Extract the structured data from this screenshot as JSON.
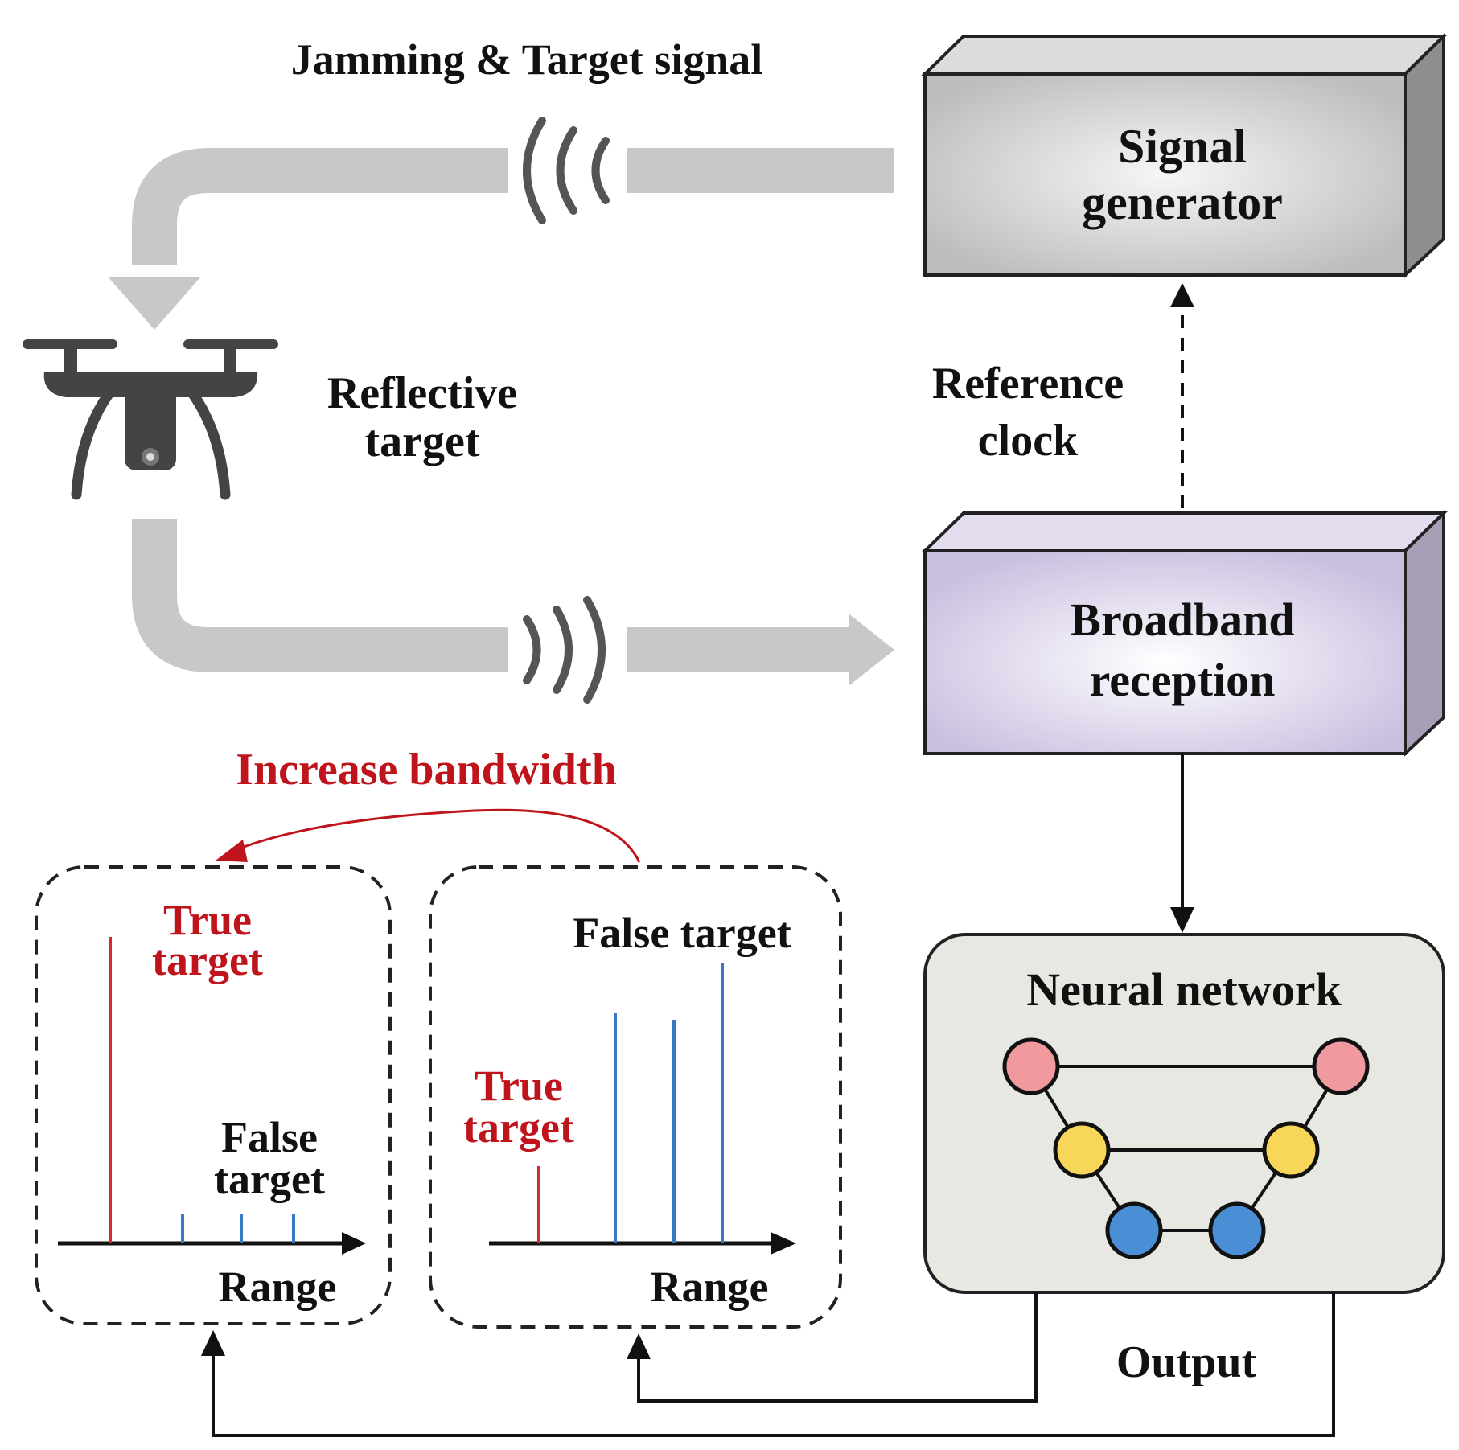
{
  "labels": {
    "signal_title": "Jamming & Target signal",
    "reflective_target": [
      "Reflective",
      "target"
    ],
    "reference_clock": [
      "Reference",
      "clock"
    ],
    "increase_bandwidth": "Increase bandwidth",
    "output": "Output"
  },
  "blocks": {
    "signal_generator": [
      "Signal",
      "generator"
    ],
    "broadband_reception": [
      "Broadband",
      "reception"
    ],
    "neural_network": "Neural network"
  },
  "panel_left": {
    "true_target": [
      "True",
      "target"
    ],
    "false_target": [
      "False",
      "target"
    ],
    "axis_label": "Range"
  },
  "panel_right": {
    "true_target": [
      "True",
      "target"
    ],
    "false_target": "False target",
    "axis_label": "Range"
  },
  "colors": {
    "true_target": "#d42a2f",
    "false_target": "#3a78c4",
    "red_text": "#c0141c",
    "signal_arrow": "#c8c8c8",
    "node_top": "#f09aa0",
    "node_mid": "#f8d65a",
    "node_bottom": "#4a8fd6",
    "nn_fill": "#e8e8e2",
    "reception_fill": "#ddd4ea"
  },
  "icons": [
    "drone-icon",
    "wave-in-icon",
    "wave-out-icon"
  ]
}
